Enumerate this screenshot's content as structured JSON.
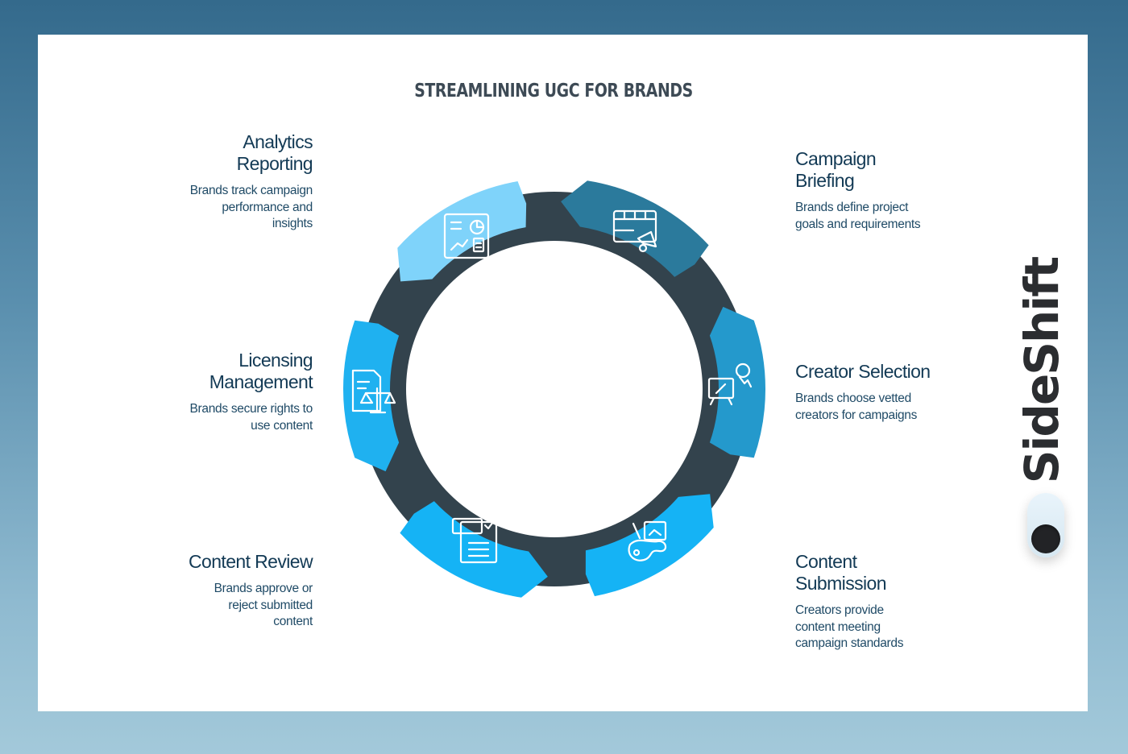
{
  "title": "STREAMLINING UGC FOR BRANDS",
  "brand": {
    "name": "SideShift"
  },
  "colors": {
    "ring_dark": "#33434d",
    "campaign": "#2b7a9c",
    "creator": "#2499cc",
    "submission": "#15b3f5",
    "review": "#15b3f5",
    "licensing": "#1fb1f0",
    "analytics": "#7fd3fa"
  },
  "steps": {
    "campaign": {
      "title_l1": "Campaign",
      "title_l2": "Briefing",
      "desc_l1": "Brands define project",
      "desc_l2": "goals and requirements",
      "icon": "calendar-megaphone-icon"
    },
    "creator": {
      "title_l1": "Creator Selection",
      "desc_l1": "Brands choose vetted",
      "desc_l2": "creators for campaigns",
      "icon": "presenter-board-icon"
    },
    "submission": {
      "title_l1": "Content",
      "title_l2": "Submission",
      "desc_l1": "Creators provide",
      "desc_l2": "content meeting",
      "desc_l3": "campaign standards",
      "icon": "art-palette-icon"
    },
    "review": {
      "title_l1": "Content Review",
      "desc_l1": "Brands approve or",
      "desc_l2": "reject submitted",
      "desc_l3": "content",
      "icon": "checklist-document-icon"
    },
    "licensing": {
      "title_l1": "Licensing",
      "title_l2": "Management",
      "desc_l1": "Brands secure rights to",
      "desc_l2": "use content",
      "icon": "legal-scales-document-icon"
    },
    "analytics": {
      "title_l1": "Analytics",
      "title_l2": "Reporting",
      "desc_l1": "Brands track campaign",
      "desc_l2": "performance and",
      "desc_l3": "insights",
      "icon": "dashboard-chart-icon"
    }
  }
}
